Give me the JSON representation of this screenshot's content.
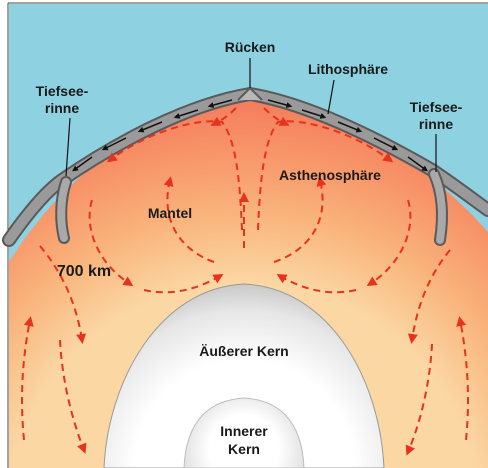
{
  "labels": {
    "ridge": "Rücken",
    "lithosphere": "Lithosphäre",
    "trench_left": [
      "Tiefsee-",
      "rinne"
    ],
    "trench_right": [
      "Tiefsee-",
      "rinne"
    ],
    "asthenosphere": "Asthenosphäre",
    "mantle": "Mantel",
    "depth": "700 km",
    "outer_core": "Äußerer Kern",
    "inner_core": [
      "Innerer",
      "Kern"
    ]
  },
  "colors": {
    "sky": "#8ed2e2",
    "mantle_top": "#f58a62",
    "mantle_mid": "#f9b27a",
    "lithosphere": "#9a9a9a",
    "convection_arrows": "#e8321e",
    "core": "#e3e3e3",
    "text": "#1a1a1a"
  },
  "icons": {
    "convection": "dashed-curved-arrow",
    "plate_motion": "small-black-arrow"
  }
}
